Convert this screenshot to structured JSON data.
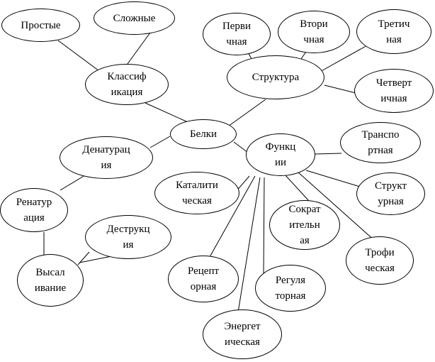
{
  "nodes": {
    "prostye": "Простые",
    "slozhnye": "Сложные",
    "klassifikaciya": "Классиф\nикация",
    "pervichnaya": "Перви\nчная",
    "vtorichnaya": "Втори\nчная",
    "tretichnaya": "Третич\nная",
    "struktura": "Структура",
    "chetvertichnaya": "Четверт\nичная",
    "belki": "Белки",
    "denaturaciya": "Денатурац\nия",
    "funkcii": "Функц\nии",
    "transportnaya": "Транспо\nртная",
    "renaturaciya": "Ренатур\nация",
    "kataliticheskaya": "Каталити\nческая",
    "strukturnaya": "Структ\nурная",
    "destrukciya": "Деструкц\nия",
    "sokratitelnaya": "Сократ\nительн\nая",
    "vysalivanie": "Высал\nивание",
    "receptornaya": "Рецепт\nорная",
    "troficheskaya": "Трофи\nческая",
    "regulyatornaya": "Регуля\nторная",
    "energeticheskaya": "Энергет\nическая"
  }
}
